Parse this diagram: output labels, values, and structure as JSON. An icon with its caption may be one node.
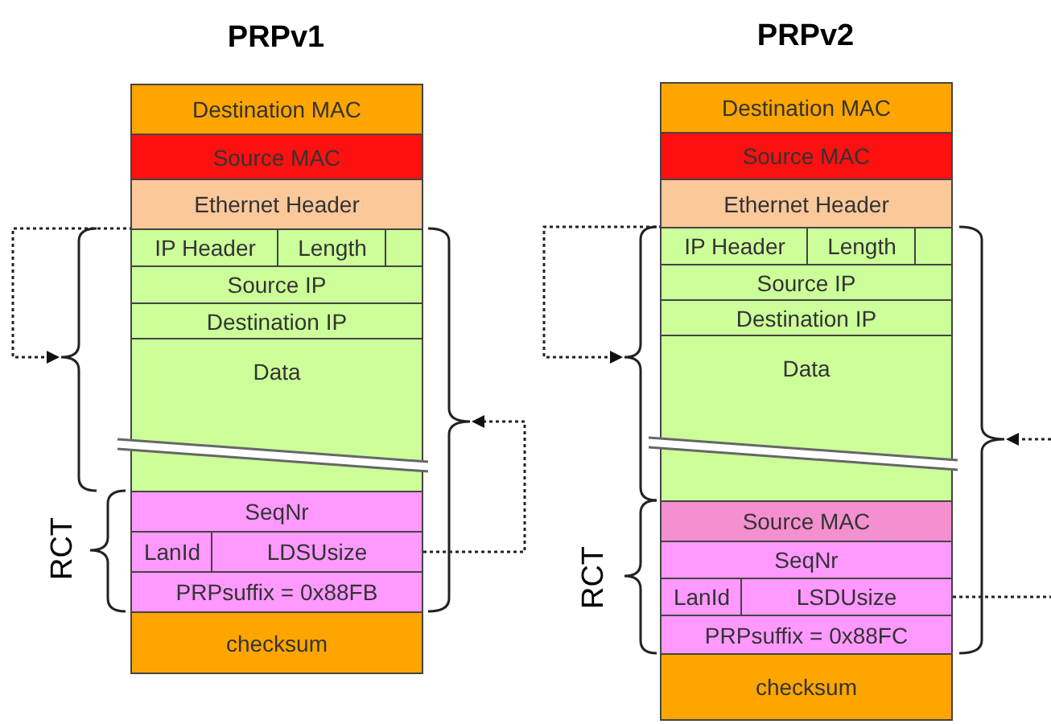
{
  "diagram": {
    "nodes": [
      {
        "text": [
          "PRPv1"
        ]
      },
      {
        "text": [
          "Destination MAC"
        ],
        "in": 0
      },
      {
        "text": [
          "Source MAC"
        ],
        "in": 0
      },
      {
        "text": [
          "Ethernet Header"
        ],
        "in": 0
      },
      {
        "text": [
          "IP Header"
        ],
        "in": 0
      },
      {
        "text": [
          "Length"
        ],
        "in": 0
      },
      {
        "text": [],
        "shape": "box",
        "in": 0
      },
      {
        "text": [
          "Source IP"
        ],
        "in": 0
      },
      {
        "text": [
          "Destination IP"
        ],
        "in": 0
      },
      {
        "text": [
          "Data"
        ],
        "in": 0
      },
      {
        "text": [
          "SeqNr"
        ],
        "in": 0
      },
      {
        "text": [
          "LanId"
        ],
        "in": 0
      },
      {
        "text": [
          "LDSUsize"
        ],
        "in": 0
      },
      {
        "text": [
          "PRPsuffix = 0x88FB"
        ],
        "in": 0
      },
      {
        "text": [
          "checksum"
        ],
        "in": 0
      },
      {
        "text": [],
        "shape": "brace"
      },
      {
        "text": [],
        "shape": "brace"
      },
      {
        "text": [
          "PRPv2"
        ]
      },
      {
        "text": [
          "Destination MAC"
        ],
        "in": 17
      },
      {
        "text": [
          "Source MAC"
        ],
        "in": 17
      },
      {
        "text": [
          "Ethernet Header"
        ],
        "in": 17
      },
      {
        "text": [
          "IP Header"
        ],
        "in": 17
      },
      {
        "text": [
          "Length"
        ],
        "in": 17
      },
      {
        "text": [],
        "shape": "box",
        "in": 17
      },
      {
        "text": [
          "Source IP"
        ],
        "in": 17
      },
      {
        "text": [
          "Destination IP"
        ],
        "in": 17
      },
      {
        "text": [
          "Data"
        ],
        "in": 17
      },
      {
        "text": [
          "Source MAC"
        ],
        "in": 17
      },
      {
        "text": [
          "SeqNr"
        ],
        "in": 17
      },
      {
        "text": [
          "LanId"
        ],
        "in": 17
      },
      {
        "text": [
          "LSDUsize"
        ],
        "in": 17
      },
      {
        "text": [
          "PRPsuffix = 0x88FC"
        ],
        "in": 17
      },
      {
        "text": [
          "checksum"
        ],
        "in": 17
      },
      {
        "text": [],
        "shape": "brace"
      },
      {
        "text": [],
        "shape": "brace"
      }
    ],
    "edges": [
      {
        "from": 5,
        "to": 15,
        "arrow": "to",
        "style": "dashed"
      },
      {
        "from": 12,
        "to": 16,
        "arrow": "to",
        "style": "dashed"
      },
      {
        "from": 22,
        "to": 33,
        "arrow": "to",
        "style": "dashed"
      },
      {
        "from": 30,
        "to": null,
        "arrow": "none",
        "style": "dashed"
      },
      {
        "from": null,
        "to": 34,
        "arrow": "to",
        "style": "dashed"
      }
    ],
    "labels": [
      "RCT",
      "RCT"
    ]
  }
}
